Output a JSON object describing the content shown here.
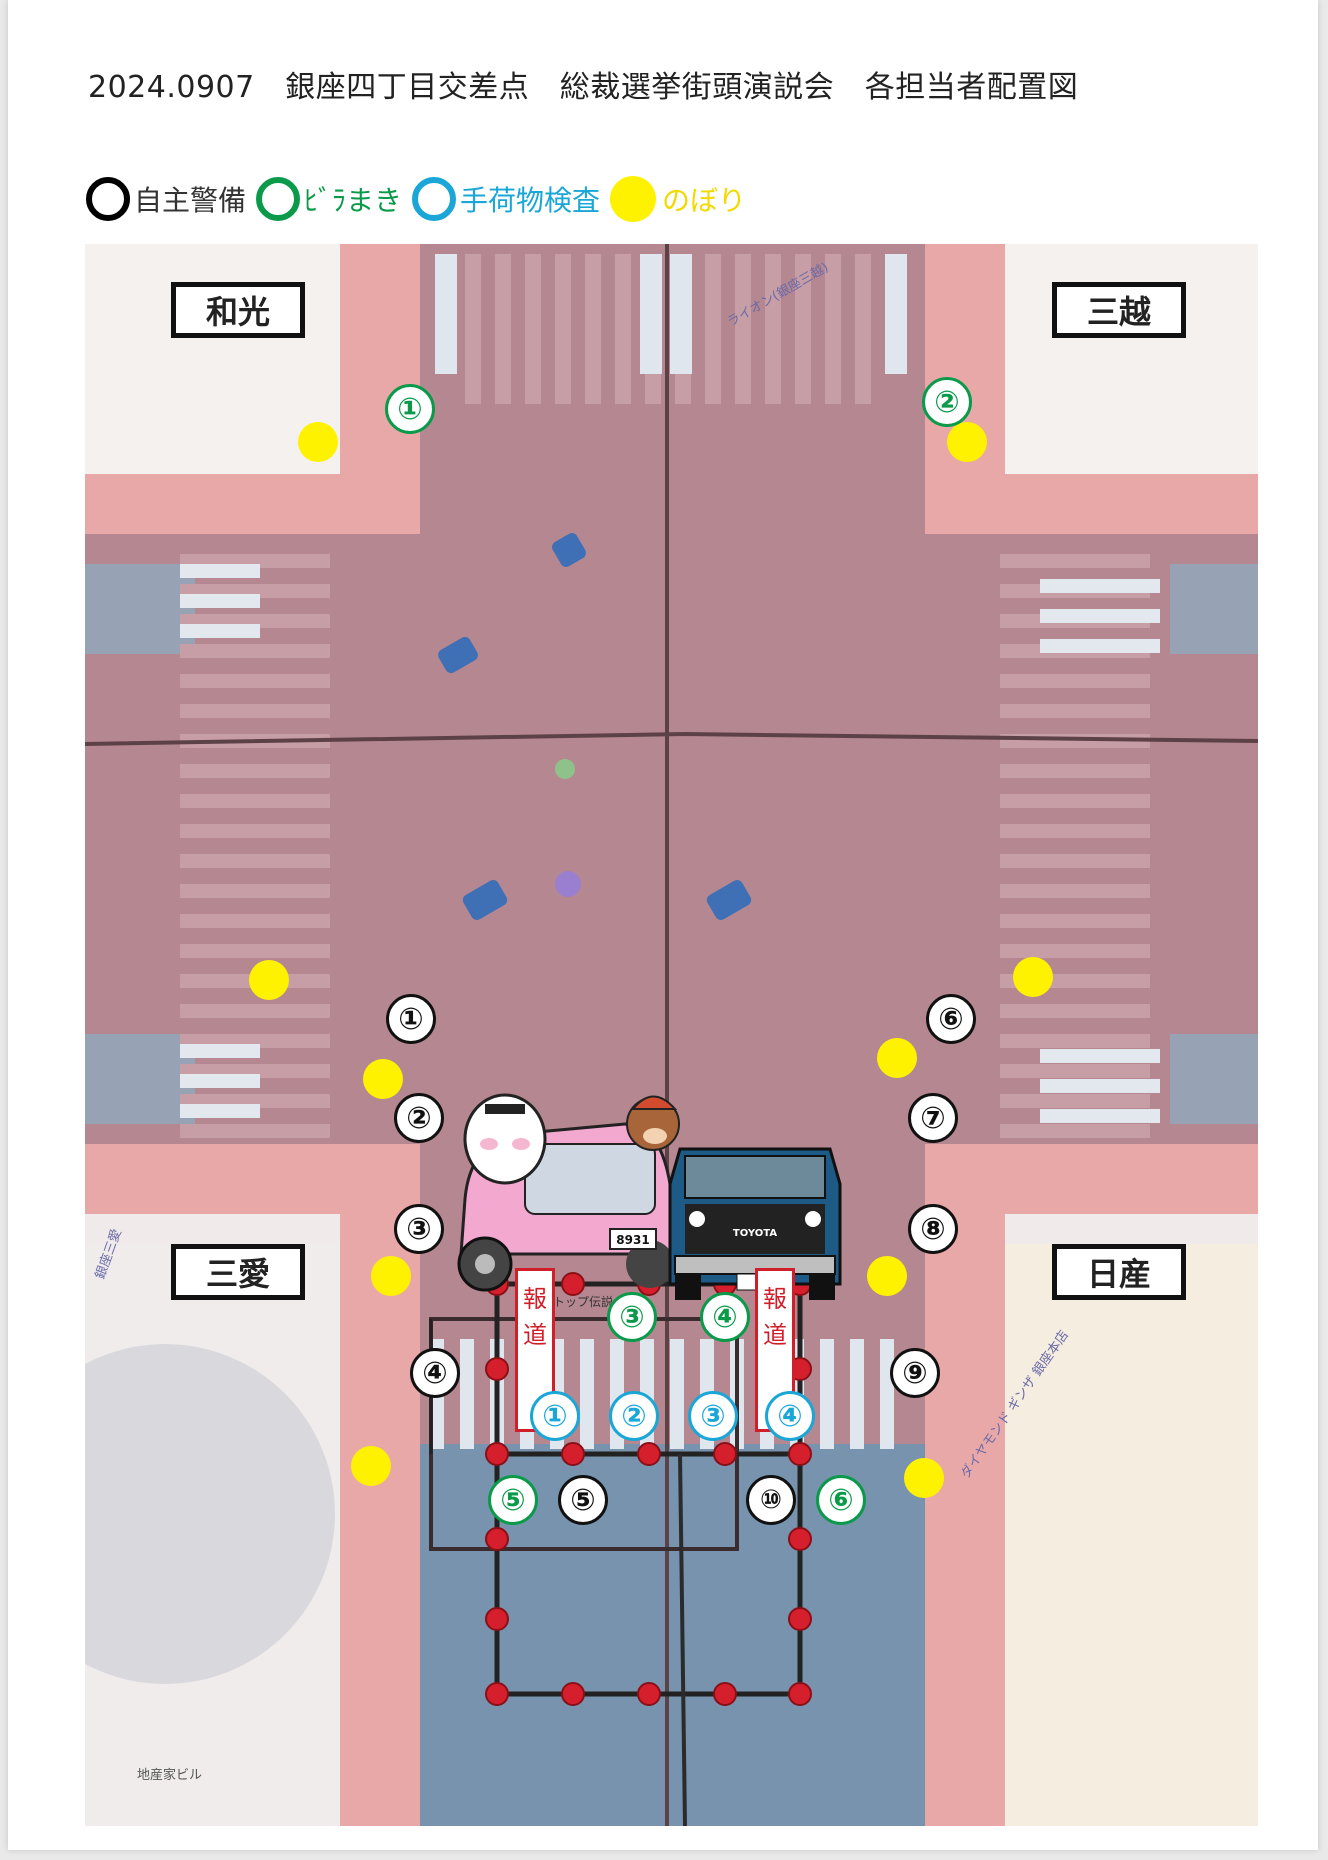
{
  "title": "2024.0907　銀座四丁目交差点　総裁選挙街頭演説会　各担当者配置図",
  "legend": {
    "security": {
      "label": "自主警備",
      "color": "#000000"
    },
    "flyer": {
      "label": "ﾋﾞﾗまき",
      "color": "#0a9a4a"
    },
    "baggage": {
      "label": "手荷物検査",
      "color": "#1aa7d8"
    },
    "flag": {
      "label": "のぼり",
      "color": "#fff200"
    }
  },
  "corners": {
    "top_left": "和光",
    "top_right": "三越",
    "bottom_left": "三愛",
    "bottom_right": "日産"
  },
  "press_label": "報道",
  "press_chars": [
    "報",
    "道"
  ],
  "markers": {
    "security": [
      "①",
      "②",
      "③",
      "④",
      "⑤",
      "⑥",
      "⑦",
      "⑧",
      "⑨",
      "⑩"
    ],
    "flyer": [
      "①",
      "②",
      "③",
      "④",
      "⑤",
      "⑥"
    ],
    "baggage": [
      "①",
      "②",
      "③",
      "④"
    ]
  },
  "vehicles": {
    "truck_brand": "TOYOTA",
    "pink_car_plate": "8931",
    "pink_car_caption": "タンクトップ伝説"
  },
  "map_texts": {
    "lion": "ライオン(銀座三越)",
    "ginza_sanai": "銀座三愛",
    "diamond": "ダイヤモンド ギンザ 銀座本店",
    "bldg": "地産家ビル"
  }
}
